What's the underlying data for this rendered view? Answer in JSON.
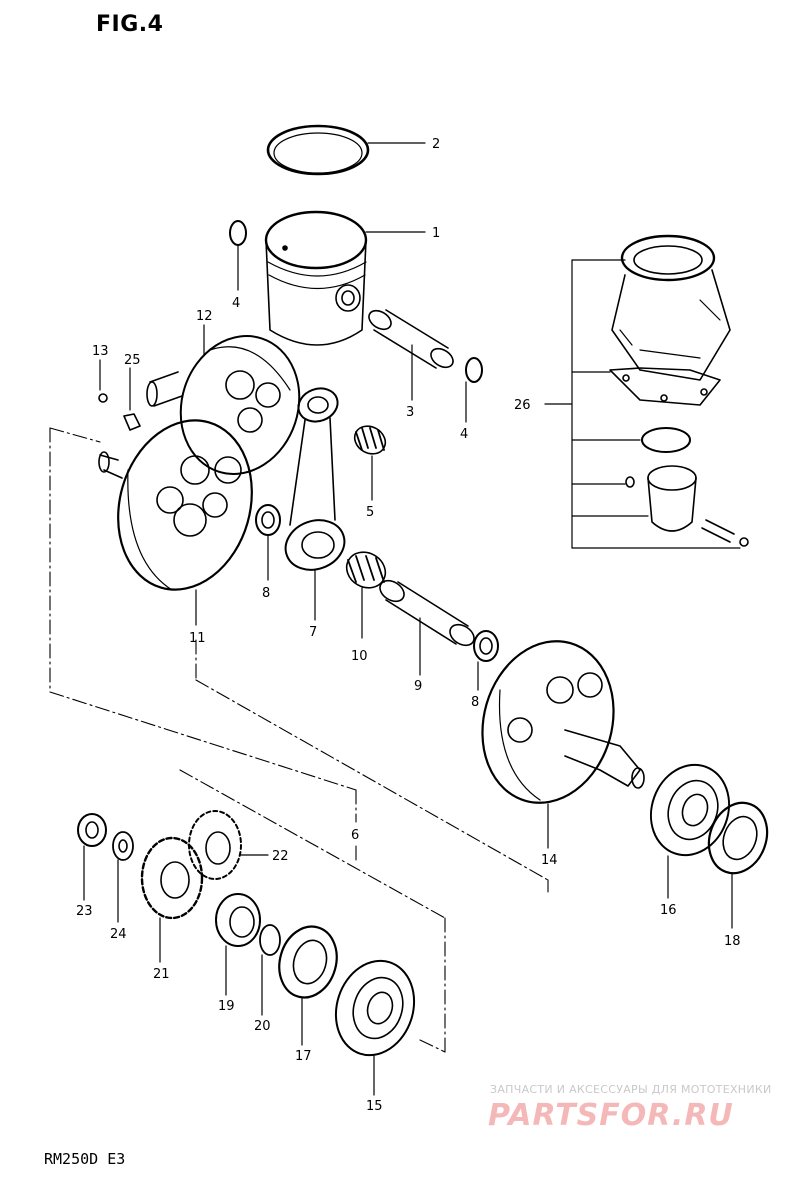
{
  "figure": {
    "title": "FIG.4",
    "model": "RM250D  E3"
  },
  "watermark": {
    "tagline": "ЗАПЧАСТИ И АКСЕССУАРЫ ДЛЯ МОТОТЕХНИКИ",
    "logo": "PARTSFOR.RU",
    "color": "#f4b8b8"
  },
  "callouts": [
    {
      "id": "c1",
      "label": "1"
    },
    {
      "id": "c2",
      "label": "2"
    },
    {
      "id": "c3",
      "label": "3"
    },
    {
      "id": "c4a",
      "label": "4"
    },
    {
      "id": "c4b",
      "label": "4"
    },
    {
      "id": "c5",
      "label": "5"
    },
    {
      "id": "c6",
      "label": "6"
    },
    {
      "id": "c7",
      "label": "7"
    },
    {
      "id": "c8a",
      "label": "8"
    },
    {
      "id": "c8b",
      "label": "8"
    },
    {
      "id": "c9",
      "label": "9"
    },
    {
      "id": "c10",
      "label": "10"
    },
    {
      "id": "c11",
      "label": "11"
    },
    {
      "id": "c12",
      "label": "12"
    },
    {
      "id": "c13",
      "label": "13"
    },
    {
      "id": "c14",
      "label": "14"
    },
    {
      "id": "c15",
      "label": "15"
    },
    {
      "id": "c16",
      "label": "16"
    },
    {
      "id": "c17",
      "label": "17"
    },
    {
      "id": "c18",
      "label": "18"
    },
    {
      "id": "c19",
      "label": "19"
    },
    {
      "id": "c20",
      "label": "20"
    },
    {
      "id": "c21",
      "label": "21"
    },
    {
      "id": "c22",
      "label": "22"
    },
    {
      "id": "c23",
      "label": "23"
    },
    {
      "id": "c24",
      "label": "24"
    },
    {
      "id": "c25",
      "label": "25"
    },
    {
      "id": "c26",
      "label": "26"
    }
  ]
}
